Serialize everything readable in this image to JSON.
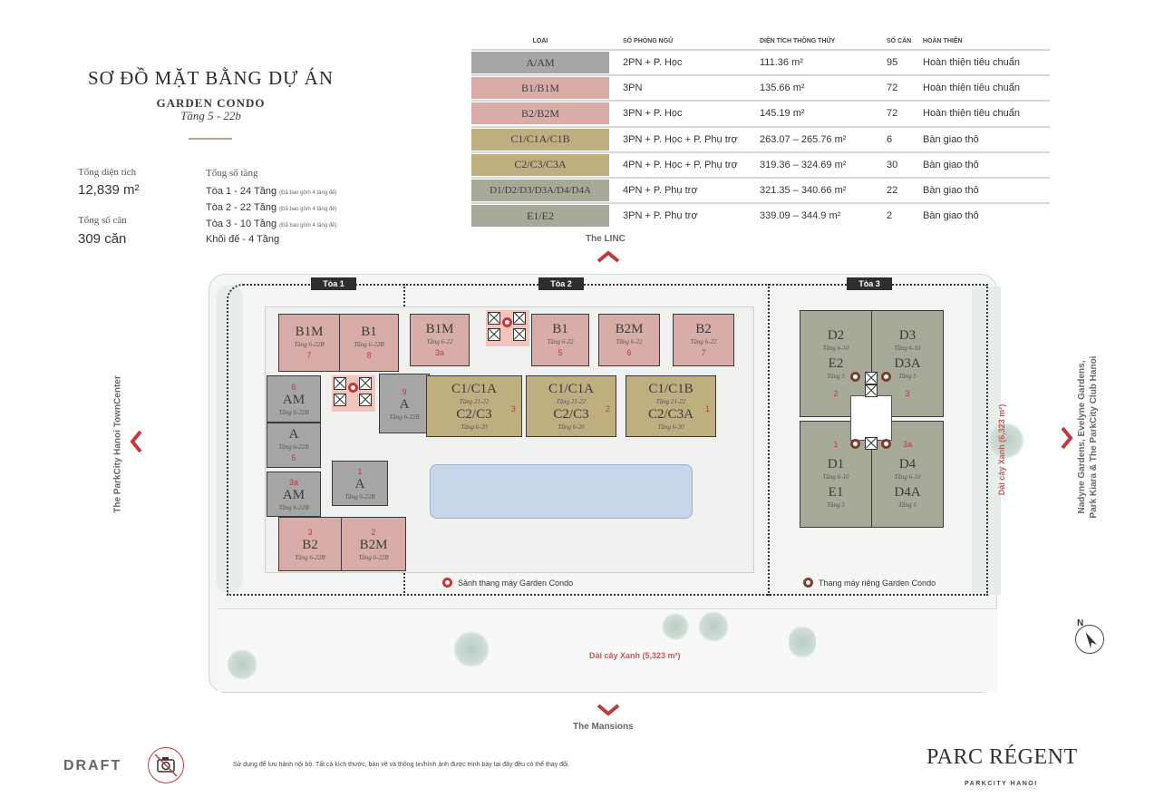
{
  "header": {
    "title": "SƠ ĐỒ MẶT BẰNG DỰ ÁN",
    "subtitle": "GARDEN CONDO",
    "floor_range": "Tầng 5 - 22b"
  },
  "stats": {
    "total_area_label": "Tổng diện tích",
    "total_area_value": "12,839 m²",
    "total_units_label": "Tổng số căn",
    "total_units_value": "309 căn",
    "floors_label": "Tổng số tầng",
    "floors": [
      {
        "text": "Tòa 1 - 24 Tầng",
        "note": "(Đã bao gồm 4 tầng đế)"
      },
      {
        "text": "Tòa 2 - 22 Tầng",
        "note": "(Đã bao gồm 4 tầng đế)"
      },
      {
        "text": "Tòa 3 - 10 Tầng",
        "note": "(Đã bao gồm 4 tầng đế)"
      },
      {
        "text": "Khối đế - 4 Tầng",
        "note": ""
      }
    ]
  },
  "table": {
    "headers": [
      "LOẠI",
      "SỐ PHÒNG NGỦ",
      "DIỆN TÍCH THÔNG THỦY",
      "SỐ CĂN",
      "HOÀN THIỆN"
    ],
    "rows": [
      {
        "type": "A/AM",
        "color": "#a6a6a6",
        "bedrooms": "2PN + P. Học",
        "area": "111.36 m²",
        "count": "95",
        "finish": "Hoàn thiện tiêu chuẩn"
      },
      {
        "type": "B1/B1M",
        "color": "#d9ada7",
        "bedrooms": "3PN",
        "area": "135.66 m²",
        "count": "72",
        "finish": "Hoàn thiện tiêu chuẩn"
      },
      {
        "type": "B2/B2M",
        "color": "#d9ada7",
        "bedrooms": "3PN + P. Học",
        "area": "145.19 m²",
        "count": "72",
        "finish": "Hoàn thiện tiêu chuẩn"
      },
      {
        "type": "C1/C1A/C1B",
        "color": "#bfae80",
        "bedrooms": "3PN + P. Học + P. Phụ trợ",
        "area": "263.07 – 265.76 m²",
        "count": "6",
        "finish": "Bàn giao thô"
      },
      {
        "type": "C2/C3/C3A",
        "color": "#bfae80",
        "bedrooms": "4PN + P. Học + P. Phụ trợ",
        "area": "319.36 – 324.69 m²",
        "count": "30",
        "finish": "Bàn giao thô"
      },
      {
        "type": "D1/D2/D3/D3A/D4/D4A",
        "color": "#a7aa99",
        "bedrooms": "4PN + P. Phụ trợ",
        "area": "321.35 – 340.66 m²",
        "count": "22",
        "finish": "Bàn giao thô"
      },
      {
        "type": "E1/E2",
        "color": "#a7aa99",
        "bedrooms": "3PN + P. Phụ trợ",
        "area": "339.09 – 344.9 m²",
        "count": "2",
        "finish": "Bàn giao thô"
      }
    ]
  },
  "directions": {
    "north": "The LINC",
    "south": "The Mansions",
    "west": "The ParkCity Hanoi TownCenter",
    "east_line1": "Nadyne Gardens, Evelyne Gardens,",
    "east_line2": "Park Kiara & The ParkCity Club Hanoi"
  },
  "map": {
    "towers": [
      "Tòa 1",
      "Tòa 2",
      "Tòa 3"
    ],
    "green_strip_south": "Dải cây Xanh (5,323 m²)",
    "green_strip_east": "Dải cây Xanh (6,323 m²)",
    "legend_lobby": "Sảnh thang máy Garden Condo",
    "legend_private": "Thang máy riêng Garden Condo",
    "units": {
      "t1_b1m": {
        "name": "B1M",
        "floors": "Tầng 6-22B",
        "no": "7"
      },
      "t1_b1": {
        "name": "B1",
        "floors": "Tầng 6-22B",
        "no": "8"
      },
      "t1_am_top": {
        "name": "AM",
        "floors": "Tầng 6-22B",
        "no": "6"
      },
      "t1_a_mid": {
        "name": "A",
        "floors": "Tầng 6-22B",
        "no": "5"
      },
      "t1_am_bot": {
        "name": "AM",
        "floors": "Tầng 6-22B",
        "no": "3a"
      },
      "t1_a_right": {
        "name": "A",
        "floors": "Tầng 6-22B",
        "no": "9"
      },
      "t1_a_center": {
        "name": "A",
        "floors": "Tầng 6-22B",
        "no": "1"
      },
      "t1_b2": {
        "name": "B2",
        "floors": "Tầng 6-22B",
        "no": "3"
      },
      "t1_b2m": {
        "name": "B2M",
        "floors": "Tầng 6-22B",
        "no": "2"
      },
      "t2_b1m": {
        "name": "B1M",
        "floors": "Tầng 6-22",
        "no": "3a"
      },
      "t2_b1": {
        "name": "B1",
        "floors": "Tầng 6-22",
        "no": "5"
      },
      "t2_b2m": {
        "name": "B2M",
        "floors": "Tầng 6-22",
        "no": "6"
      },
      "t2_b2": {
        "name": "B2",
        "floors": "Tầng 6-22",
        "no": "7"
      },
      "t2_c3": {
        "name": "C1/C1A",
        "floors": "Tầng 21-22",
        "name2": "C2/C3",
        "floors2": "Tầng 6-20",
        "no": "3"
      },
      "t2_c2": {
        "name": "C1/C1A",
        "floors": "Tầng 21-22",
        "name2": "C2/C3",
        "floors2": "Tầng 6-20",
        "no": "2"
      },
      "t2_c1": {
        "name": "C1/C1B",
        "floors": "Tầng 21-22",
        "name2": "C2/C3A",
        "floors2": "Tầng 6-20",
        "no": "1"
      },
      "t3_d2": {
        "name": "D2",
        "floors": "Tầng 6-10",
        "name2": "E2",
        "floors2": "Tầng 5",
        "no": "2"
      },
      "t3_d3": {
        "name": "D3",
        "floors": "Tầng 6-10",
        "name2": "D3A",
        "floors2": "Tầng 5",
        "no": "3"
      },
      "t3_d1": {
        "name": "D1",
        "floors": "Tầng 6-10",
        "name2": "E1",
        "floors2": "Tầng 5",
        "no": "1"
      },
      "t3_d4": {
        "name": "D4",
        "floors": "Tầng 6-10",
        "name2": "D4A",
        "floors2": "Tầng 5",
        "no": "3a"
      }
    }
  },
  "compass": {
    "label": "N"
  },
  "footer": {
    "draft": "DRAFT",
    "note": "Sử dụng để lưu hành nội bộ. Tất cả kích thước, bản vẽ và thông tin/hình ảnh được trình bày tại đây đều có thể thay đổi.",
    "brand": "PARC RÉGENT",
    "brand_sub": "PARKCITY HANOI"
  }
}
